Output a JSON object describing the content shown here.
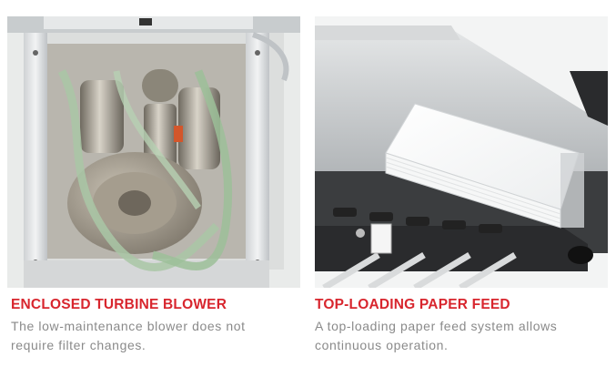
{
  "features": [
    {
      "title": "ENCLOSED TURBINE BLOWER",
      "description": "The low-maintenance blower does not require filter changes."
    },
    {
      "title": "TOP-LOADING PAPER FEED",
      "description": "A top-loading paper feed system allows continuous operation."
    }
  ],
  "colors": {
    "title_red": "#d8262e",
    "description_gray": "#8a8a8a"
  }
}
